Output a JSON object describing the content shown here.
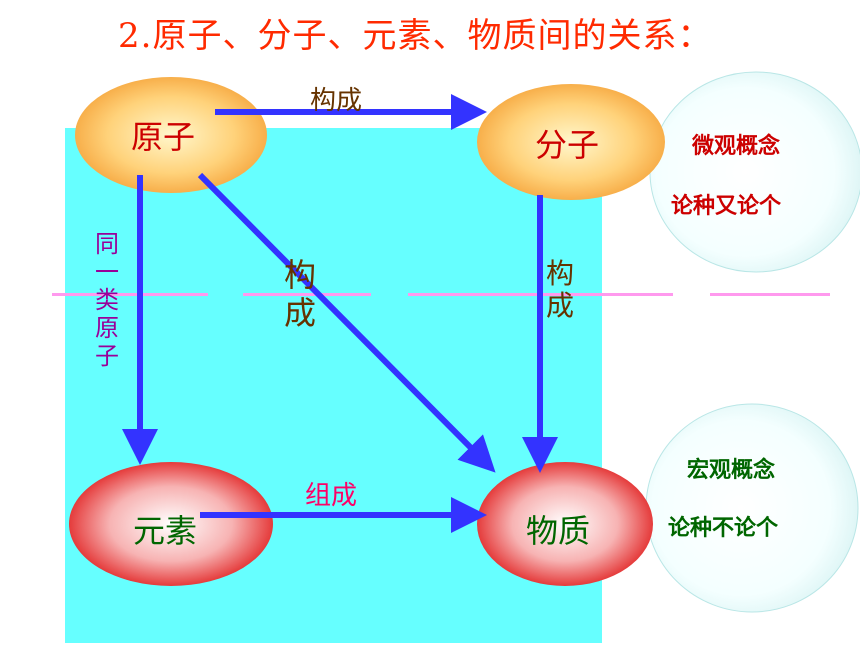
{
  "title": "2.原子、分子、元素、物质间的关系：",
  "nodes": {
    "atom": "原子",
    "molecule": "分子",
    "element": "元素",
    "substance": "物质"
  },
  "relations": {
    "atom_to_molecule": "构成",
    "atom_to_substance": "构成",
    "molecule_to_substance": "构成",
    "atom_to_element": "同一类原子",
    "element_to_substance": "组成"
  },
  "notes": {
    "micro_concept": "微观概念",
    "micro_count": "论种又论个",
    "macro_concept": "宏观概念",
    "macro_count": "论种不论个"
  },
  "colors": {
    "title": "#ff2a00",
    "panel": "#66ffff",
    "arrow": "#3333ff",
    "micro_text": "#cc0000",
    "macro_text": "#006600",
    "divider": "#ff99ee"
  }
}
